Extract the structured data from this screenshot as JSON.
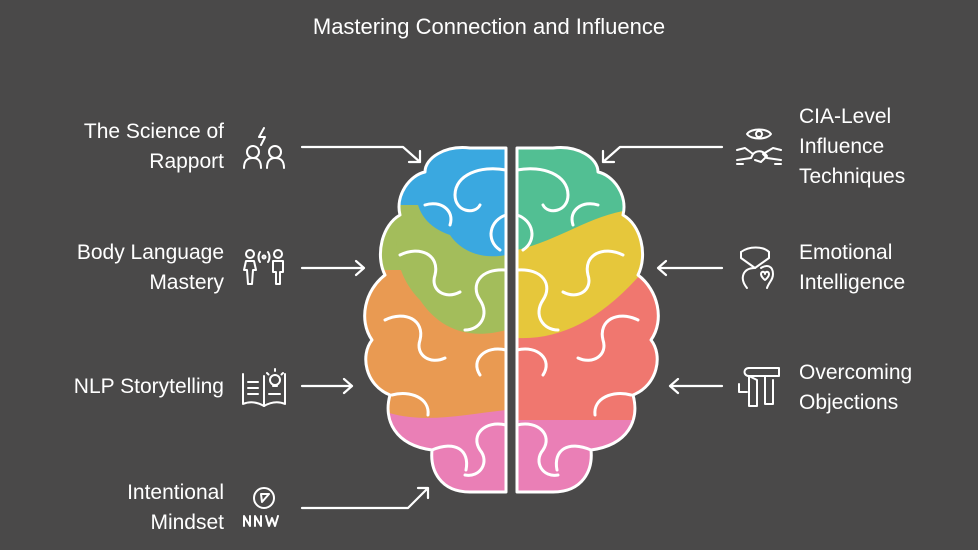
{
  "title": "Mastering Connection and Influence",
  "left_items": [
    {
      "lines": [
        "The Science of",
        "Rapport"
      ],
      "icon": "rapport-icon",
      "color": "#3aa8e0"
    },
    {
      "lines": [
        "Body Language",
        "Mastery"
      ],
      "icon": "body-language-icon",
      "color": "#a3bd5b"
    },
    {
      "lines": [
        "NLP Storytelling"
      ],
      "icon": "storytelling-icon",
      "color": "#e99a52"
    },
    {
      "lines": [
        "Intentional",
        "Mindset"
      ],
      "icon": "compass-icon",
      "color": "#ea7fb6"
    }
  ],
  "right_items": [
    {
      "lines": [
        "CIA-Level",
        "Influence",
        "Techniques"
      ],
      "icon": "influence-icon",
      "color": "#52bf93"
    },
    {
      "lines": [
        "Emotional",
        "Intelligence"
      ],
      "icon": "emotional-icon",
      "color": "#e6c73b"
    },
    {
      "lines": [
        "Overcoming",
        "Objections"
      ],
      "icon": "objections-icon",
      "color": "#f0776f"
    }
  ]
}
